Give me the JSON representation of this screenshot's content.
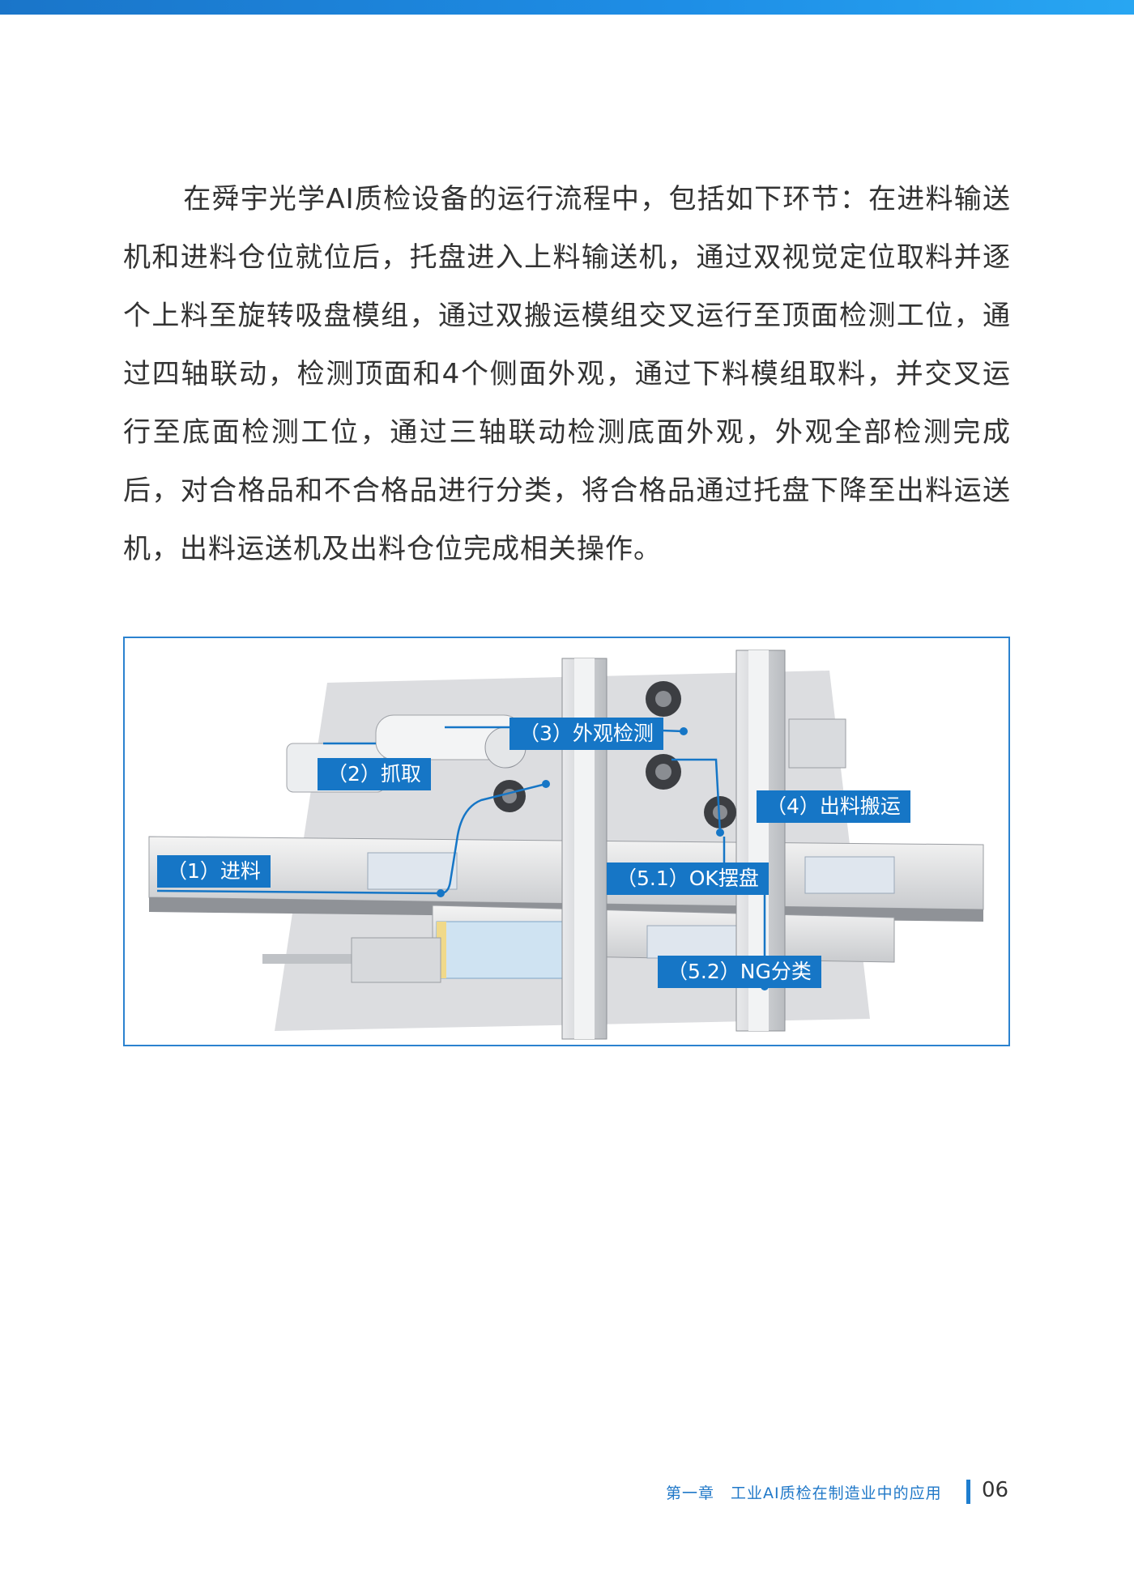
{
  "paragraph": "在舜宇光学AI质检设备的运行流程中，包括如下环节：在进料输送机和进料仓位就位后，托盘进入上料输送机，通过双视觉定位取料并逐个上料至旋转吸盘模组，通过双搬运模组交叉运行至顶面检测工位，通过四轴联动，检测顶面和4个侧面外观，通过下料模组取料，并交叉运行至底面检测工位，通过三轴联动检测底面外观，外观全部检测完成后，对合格品和不合格品进行分类，将合格品通过托盘下降至出料运送机，出料运送机及出料仓位完成相关操作。",
  "figure": {
    "callouts": {
      "intake": "（1）进料",
      "grab": "（2）抓取",
      "inspect": "（3）外观检测",
      "outbound": "（4）出料搬运",
      "ok_tray": "（5.1）OK摆盘",
      "ng_sort": "（5.2）NG分类"
    },
    "accent_color": "#1676c6"
  },
  "footer": {
    "chapter": "第一章　工业AI质检在制造业中的应用",
    "page": "06"
  }
}
